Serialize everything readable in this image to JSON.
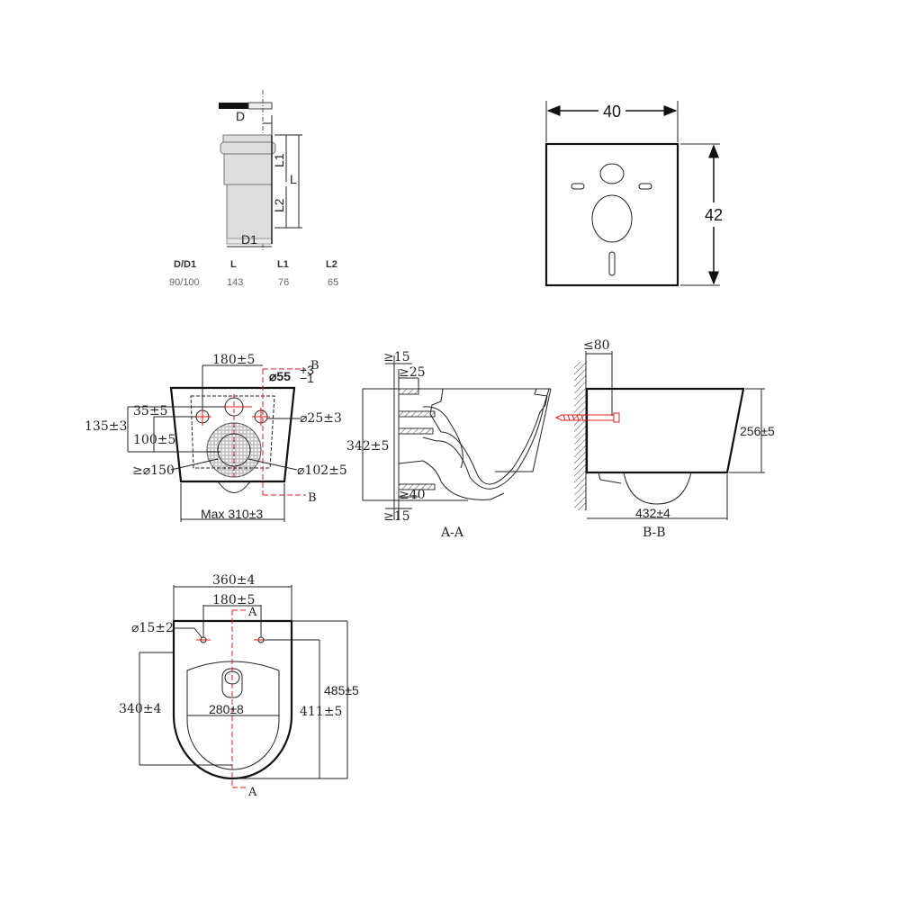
{
  "pipe": {
    "labels": {
      "D": "D",
      "D1": "D1",
      "L": "L",
      "L1": "L1",
      "L2": "L2"
    },
    "table": {
      "headers": [
        "D/D1",
        "L",
        "L1",
        "L2"
      ],
      "values": [
        "90/100",
        "143",
        "76",
        "65"
      ]
    }
  },
  "frame": {
    "width": "40",
    "height": "42"
  },
  "front_view": {
    "dims": [
      "180±5",
      "⌀55",
      "+3",
      "−1",
      "35±5",
      "135±3",
      "100±5",
      "⌀25±3",
      "≥⌀150",
      "⌀102±5",
      "Max 310±3"
    ],
    "section_marks": [
      "B",
      "B"
    ]
  },
  "section_aa": {
    "dims": [
      "≥15",
      "≥25",
      "342±5",
      "≥40",
      "≥15"
    ],
    "caption": "A-A"
  },
  "section_bb": {
    "dims": [
      "≤80",
      "256±5",
      "432±4"
    ],
    "caption": "B-B"
  },
  "top_view": {
    "dims": [
      "360±4",
      "180±5",
      "⌀15±2",
      "340±4",
      "280±8",
      "411±5",
      "485±5"
    ],
    "section_marks": [
      "A",
      "A"
    ]
  },
  "colors": {
    "section_line": "#e21b1b",
    "line": "#222222"
  }
}
